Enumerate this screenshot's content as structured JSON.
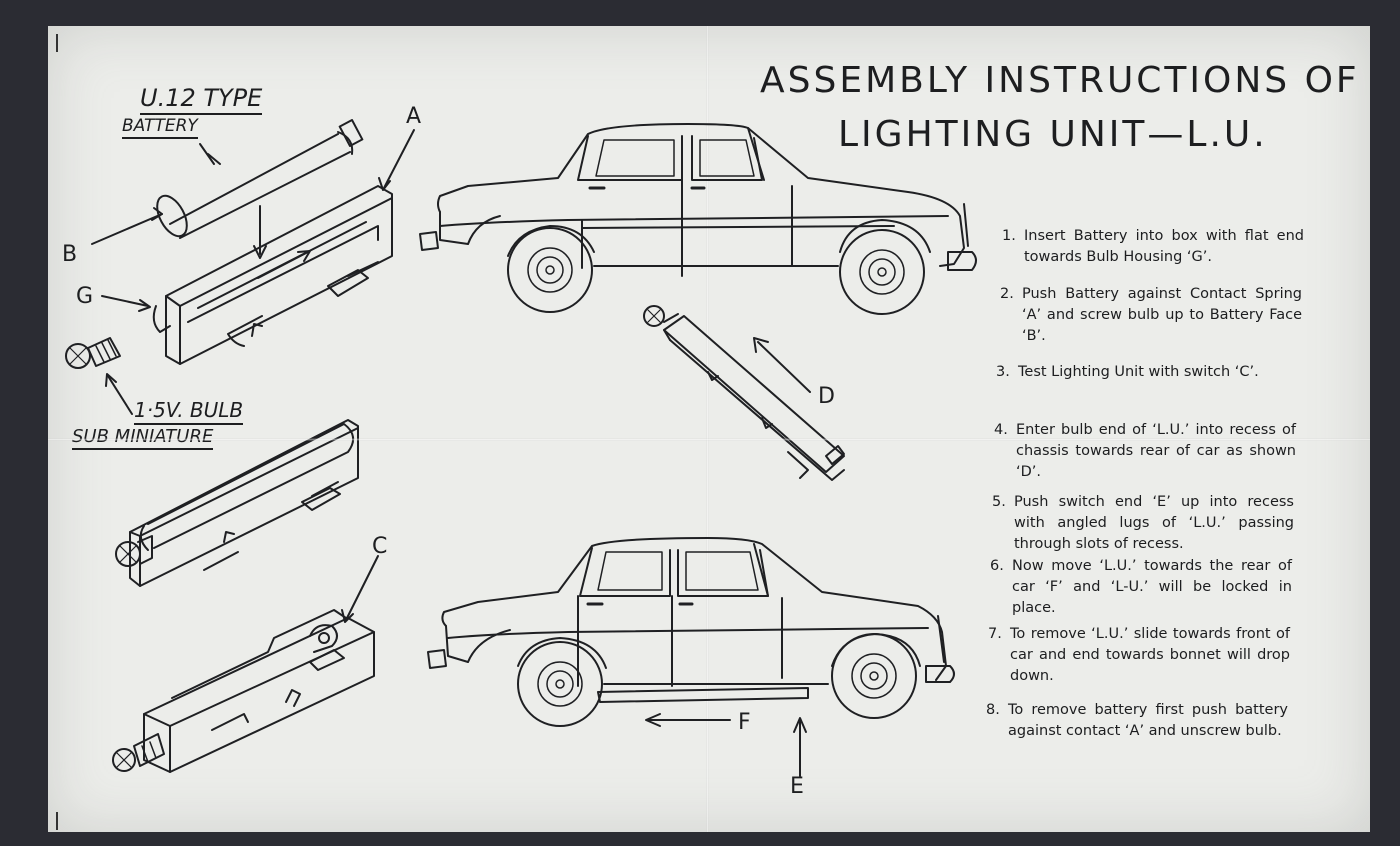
{
  "title": {
    "line1": "ASSEMBLY  INSTRUCTIONS  OF",
    "line2": "LIGHTING  UNIT—L.U."
  },
  "diagram_labels": {
    "battery_type": "U.12  TYPE",
    "battery": "BATTERY",
    "bulb_voltage": "1·5V. BULB",
    "bulb_type": "SUB  MINIATURE",
    "a": "A",
    "b": "B",
    "c": "C",
    "d": "D",
    "e": "E",
    "f": "F",
    "g": "G"
  },
  "steps": [
    {
      "num": "1.",
      "text": "Insert Battery into box with flat end towards Bulb Housing ‘G’."
    },
    {
      "num": "2.",
      "text": "Push Battery against Contact Spring ‘A’ and screw bulb up to Battery Face ‘B’."
    },
    {
      "num": "3.",
      "text": "Test Lighting Unit with switch ‘C’."
    },
    {
      "num": "4.",
      "text": "Enter bulb end of ‘L.U.’ into recess of chassis towards rear of car as shown ‘D’."
    },
    {
      "num": "5.",
      "text": "Push switch end ‘E’ up into recess with angled lugs of ‘L.U.’ passing through slots of recess."
    },
    {
      "num": "6.",
      "text": "Now move ‘L.U.’ towards the rear of car ‘F’ and ‘L-U.’ will be locked in place."
    },
    {
      "num": "7.",
      "text": "To remove ‘L.U.’ slide towards front of car and end towards bonnet will drop down."
    },
    {
      "num": "8.",
      "text": "To remove battery first push battery against contact ‘A’ and unscrew bulb."
    }
  ]
}
